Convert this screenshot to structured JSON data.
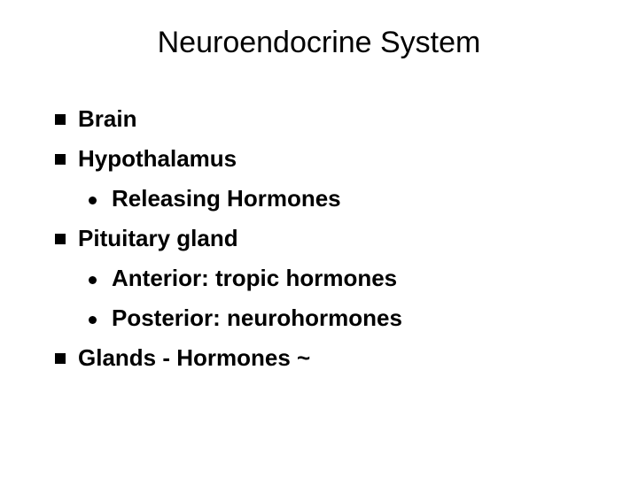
{
  "slide": {
    "title": "Neuroendocrine System",
    "background_color": "#ffffff",
    "text_color": "#000000",
    "bullets": [
      {
        "level": 1,
        "marker": "square-bullet-icon",
        "text": "Brain"
      },
      {
        "level": 1,
        "marker": "square-bullet-icon",
        "text": "Hypothalamus"
      },
      {
        "level": 2,
        "marker": "round-bullet-icon",
        "text": "Releasing Hormones"
      },
      {
        "level": 1,
        "marker": "square-bullet-icon",
        "text": "Pituitary gland"
      },
      {
        "level": 2,
        "marker": "round-bullet-icon",
        "text": "Anterior: tropic hormones"
      },
      {
        "level": 2,
        "marker": "round-bullet-icon",
        "text": "Posterior: neurohormones"
      },
      {
        "level": 1,
        "marker": "square-bullet-icon",
        "text": "Glands - Hormones ~"
      }
    ]
  }
}
